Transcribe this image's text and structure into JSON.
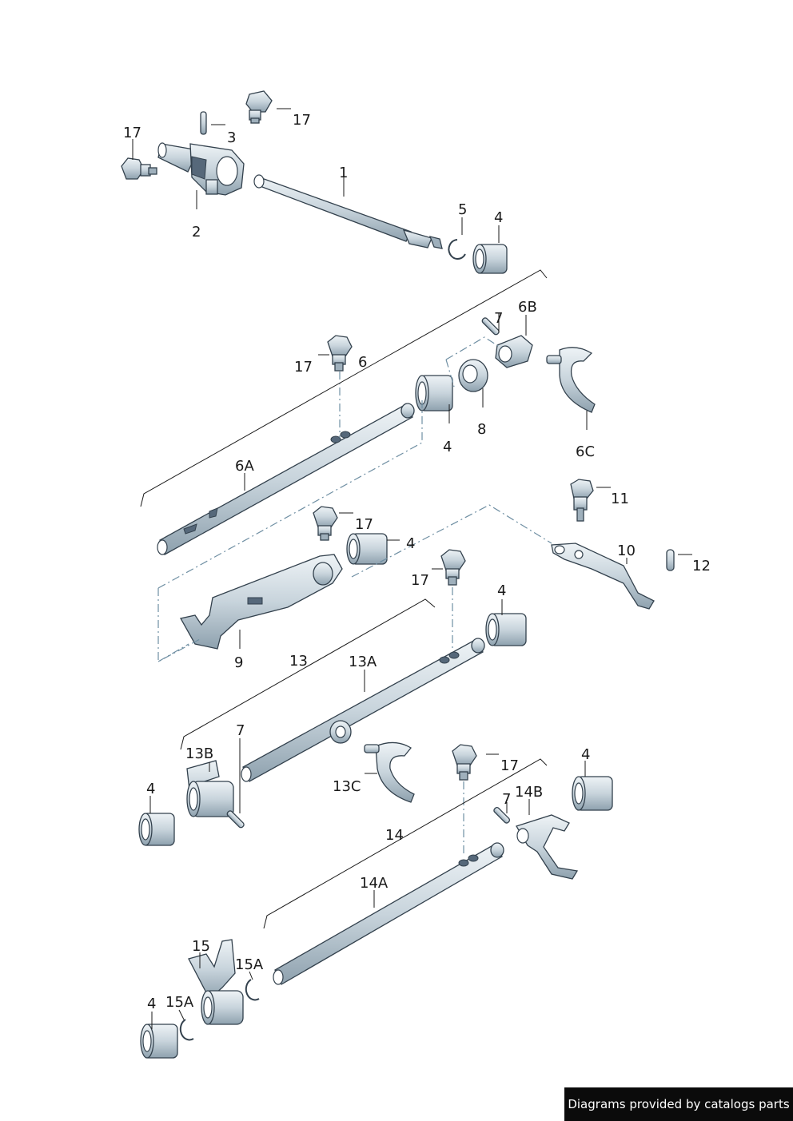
{
  "labels": {
    "c17a": "17",
    "c3": "3",
    "c17b": "17",
    "c1": "1",
    "c2": "2",
    "c5": "5",
    "c4a": "4",
    "c7a": "7",
    "c6b": "6B",
    "c17c": "17",
    "c6": "6",
    "c4b": "4",
    "c8": "8",
    "c6c": "6C",
    "c6a": "6A",
    "c11": "11",
    "c17d": "17",
    "c4c": "4",
    "c10": "10",
    "c12": "12",
    "c17e": "17",
    "c4d": "4",
    "c9": "9",
    "c13": "13",
    "c13a": "13A",
    "c7b": "7",
    "c13b": "13B",
    "c4e": "4",
    "c13c": "13C",
    "c17f": "17",
    "c4f": "4",
    "c7c": "7",
    "c14b": "14B",
    "c14": "14",
    "c14a": "14A",
    "c15": "15",
    "c15a1": "15A",
    "c15a2": "15A",
    "c4g": "4"
  },
  "credit": "Diagrams provided by catalogs parts",
  "colors": {
    "metal_light": "#eef3f6",
    "metal_mid": "#c8d4dc",
    "metal_dark": "#8ea1ae",
    "outline": "#33414d",
    "dash": "#6f8fa3"
  }
}
